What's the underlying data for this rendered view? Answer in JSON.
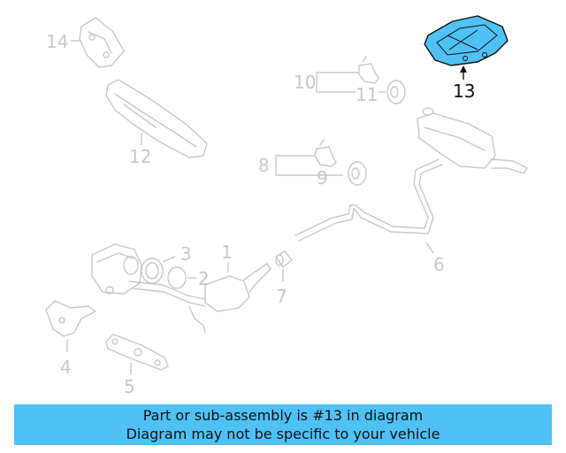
{
  "highlight_color": "#4fc1f5",
  "highlighted_part": "13",
  "callouts": {
    "c1": "1",
    "c2": "2",
    "c3": "3",
    "c4": "4",
    "c5": "5",
    "c6": "6",
    "c7": "7",
    "c8": "8",
    "c9": "9",
    "c10": "10",
    "c11": "11",
    "c12": "12",
    "c13": "13",
    "c14": "14"
  },
  "banner": {
    "line1": "Part or sub-assembly is #13 in diagram",
    "line2": "Diagram may not be specific to your vehicle"
  }
}
